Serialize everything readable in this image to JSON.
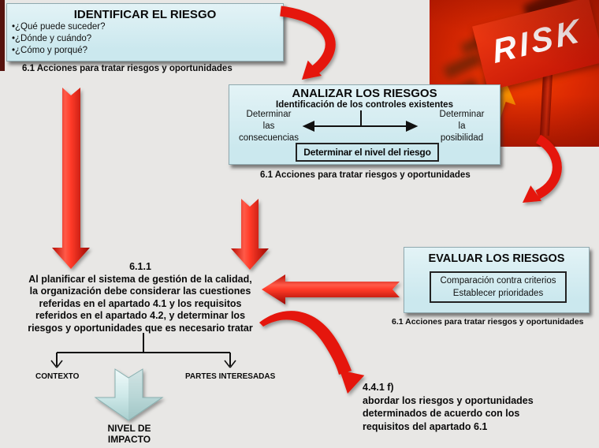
{
  "colors": {
    "background": "#e8e7e5",
    "box_fill": "#cfe9ee",
    "arrow_red": "#e8150b",
    "photo_red": "#d42703",
    "impact_arrow_cyan": "#cfe9e9",
    "left_strip_maroon": "#56130e"
  },
  "identify": {
    "title": "IDENTIFICAR EL RIESGO",
    "bullets": [
      "•¿Qué puede suceder?",
      "•¿Dónde y cuándo?",
      "•¿Cómo y porqué?"
    ],
    "caption": "6.1 Acciones para tratar riesgos y oportunidades"
  },
  "analyze": {
    "title": "ANALIZAR LOS RIESGOS",
    "subtitle": "Identificación de los controles existentes",
    "left_label": [
      "Determinar",
      "las",
      "consecuencias"
    ],
    "right_label": [
      "Determinar",
      "la",
      "posibilidad"
    ],
    "inner_box": "Determinar el nivel del riesgo",
    "caption": "6.1 Acciones para tratar riesgos y oportunidades"
  },
  "evaluate": {
    "title": "EVALUAR LOS RIESGOS",
    "inner_lines": [
      "Comparación contra criterios",
      "Establecer prioridades"
    ],
    "caption": "6.1 Acciones para tratar riesgos y oportunidades"
  },
  "central": {
    "heading": "6.1.1",
    "lines": [
      "Al planificar el sistema de gestión de la calidad,",
      "la organización debe considerar las cuestiones",
      "referidas en el apartado 4.1 y los requisitos",
      "referidos en el apartado 4.2, y determinar los",
      "riesgos y oportunidades que es necesario tratar"
    ]
  },
  "branches": {
    "left": "CONTEXTO",
    "right": "PARTES INTERESADAS"
  },
  "impact": {
    "lines": [
      "NIVEL DE",
      "IMPACTO"
    ]
  },
  "note": {
    "heading": "4.4.1 f)",
    "lines": [
      "abordar los riesgos y oportunidades",
      "determinados de acuerdo con los",
      "requisitos del apartado 6.1"
    ]
  },
  "risk_image": {
    "label": "RISK"
  }
}
